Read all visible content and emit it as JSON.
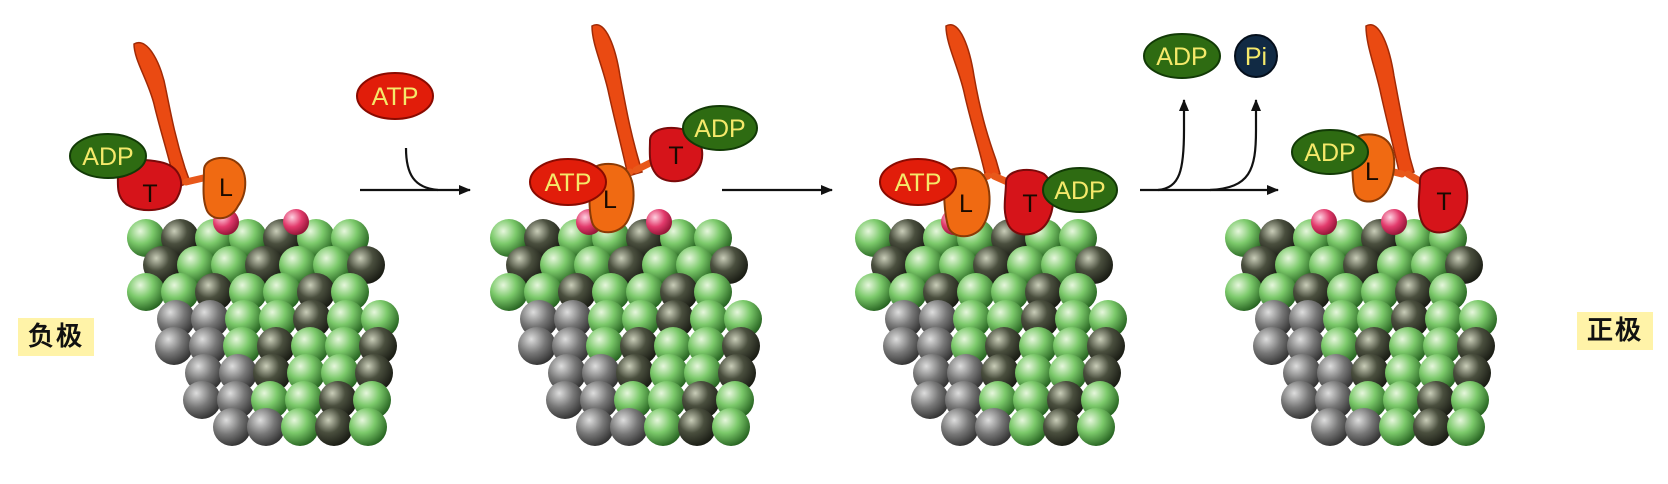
{
  "poles": {
    "minus_end": "负极",
    "plus_end": "正极"
  },
  "molecules": {
    "adp": "ADP",
    "atp": "ATP",
    "pi": "Pi",
    "trailing_head": "T",
    "leading_head": "L"
  },
  "colors": {
    "atp_fill": "#e11d0a",
    "adp_fill": "#2e6b12",
    "pi_fill": "#112a44",
    "label_text": "#f5e96a",
    "head_red": "#d6141a",
    "head_orange": "#f06a12",
    "tubulin_green": "#6cc26a",
    "tubulin_dark": "#444a3c",
    "binding_site": "#e23a6c",
    "background": "#ffffff"
  }
}
